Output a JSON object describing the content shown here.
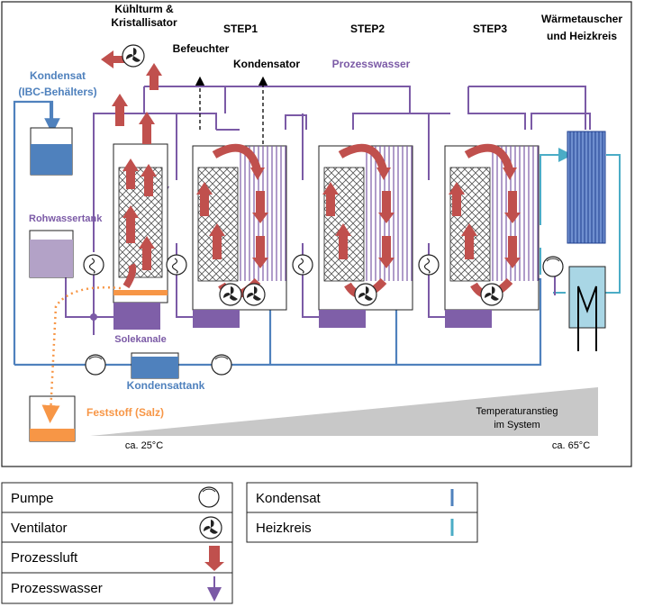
{
  "labels": {
    "kuehlturm_line1": "Kühlturm &",
    "kuehlturm_line2": "Kristallisator",
    "step1": "STEP1",
    "step2": "STEP2",
    "step3": "STEP3",
    "waermetauscher_line1": "Wärmetauscher",
    "waermetauscher_line2": "und Heizkreis",
    "kondensat_line1": "Kondensat",
    "kondensat_line2": "(IBC-Behälters)",
    "befeuchter": "Befeuchter",
    "kondensator": "Kondensator",
    "prozesswasser": "Prozesswasser",
    "rohwassertank": "Rohwassertank",
    "solekanale": "Solekanale",
    "kondensattank": "Kondensattank",
    "feststoff": "Feststoff (Salz)",
    "temperaturanstieg_line1": "Temperaturanstieg",
    "temperaturanstieg_line2": "im System",
    "temp_low": "ca. 25°C",
    "temp_high": "ca. 65°C"
  },
  "legend_left": [
    {
      "label": "Pumpe",
      "symbol": "pump-icon"
    },
    {
      "label": "Ventilator",
      "symbol": "fan-icon"
    },
    {
      "label": "Prozessluft",
      "symbol": "process-air-arrow-icon"
    },
    {
      "label": "Prozesswasser",
      "symbol": "process-water-arrow-icon"
    }
  ],
  "legend_right": [
    {
      "label": "Kondensat",
      "symbol": "condensate-line-icon"
    },
    {
      "label": "Heizkreis",
      "symbol": "heating-line-icon"
    }
  ],
  "colors": {
    "process_water": "#7b5aa6",
    "process_air": "#c0504d",
    "condensate": "#4f81bd",
    "heating": "#4bacc6",
    "salt": "#f79646",
    "rohwasser": "#b3a2c7",
    "sole": "#7f5fa8",
    "gradient": "#c8c8c8"
  }
}
